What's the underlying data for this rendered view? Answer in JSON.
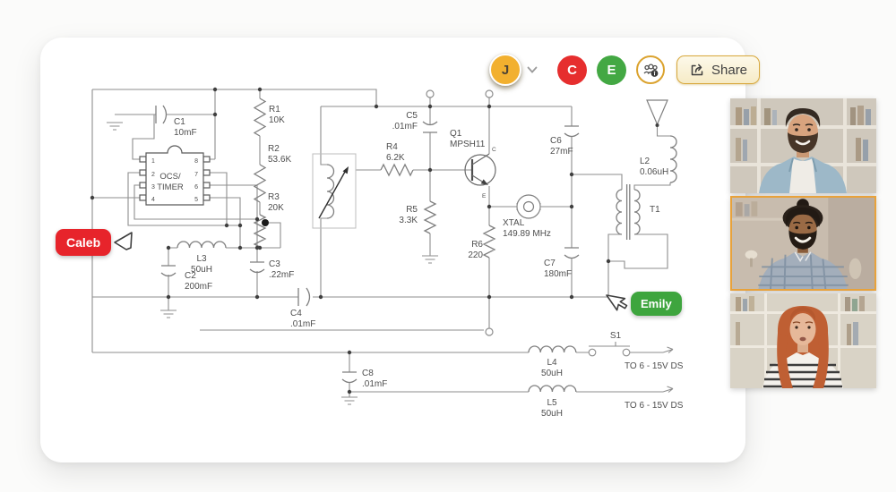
{
  "toolbar": {
    "avatars": [
      {
        "initial": "J",
        "color": "#F2B02F"
      },
      {
        "initial": "C",
        "color": "#E62E2E"
      },
      {
        "initial": "E",
        "color": "#43A843"
      }
    ],
    "share_label": "Share"
  },
  "cursors": [
    {
      "name": "Caleb",
      "color": "#E7242B"
    },
    {
      "name": "Emily",
      "color": "#3EA53E"
    }
  ],
  "video_call": {
    "participants": [
      {
        "description": "man in denim shirt",
        "highlighted": false
      },
      {
        "description": "man in plaid shirt",
        "highlighted": true
      },
      {
        "description": "woman in striped top",
        "highlighted": false
      }
    ]
  },
  "colors": {
    "canvas_bg": "#FFFFFF",
    "page_bg": "#FBFBFA",
    "accent_gold": "#D8A83C",
    "active_tile_border": "#E8A23B",
    "wire": "#8E8E8E",
    "label_text": "#4E4E4E"
  },
  "circuit": {
    "ic": {
      "label_line1": "OCS/",
      "label_line2": "TIMER",
      "pins_left": [
        "1",
        "2",
        "3",
        "4"
      ],
      "pins_right": [
        "8",
        "7",
        "6",
        "5"
      ]
    },
    "transistor_terminals": {
      "collector": "C",
      "emitter": "E"
    },
    "components": [
      {
        "ref": "C1",
        "value": "10mF"
      },
      {
        "ref": "R1",
        "value": "10K"
      },
      {
        "ref": "R2",
        "value": "53.6K"
      },
      {
        "ref": "R3",
        "value": "20K"
      },
      {
        "ref": "L3",
        "value": "50uH"
      },
      {
        "ref": "C2",
        "value": "200mF"
      },
      {
        "ref": "C3",
        "value": ".22mF"
      },
      {
        "ref": "C4",
        "value": ".01mF"
      },
      {
        "ref": "C5",
        "value": ".01mF"
      },
      {
        "ref": "R4",
        "value": "6.2K"
      },
      {
        "ref": "R5",
        "value": "3.3K"
      },
      {
        "ref": "Q1",
        "value": "MPSH11"
      },
      {
        "ref": "XTAL",
        "value": "149.89 MHz"
      },
      {
        "ref": "R6",
        "value": "220"
      },
      {
        "ref": "C6",
        "value": "27mF"
      },
      {
        "ref": "C7",
        "value": "180mF"
      },
      {
        "ref": "L2",
        "value": "0.06uH"
      },
      {
        "ref": "T1",
        "value": ""
      },
      {
        "ref": "C8",
        "value": ".01mF"
      },
      {
        "ref": "L4",
        "value": "50uH"
      },
      {
        "ref": "S1",
        "value": ""
      },
      {
        "ref": "L5",
        "value": "50uH"
      }
    ],
    "outputs": [
      {
        "label": "TO 6 - 15V DS"
      },
      {
        "label": "TO 6 - 15V DS"
      }
    ]
  }
}
